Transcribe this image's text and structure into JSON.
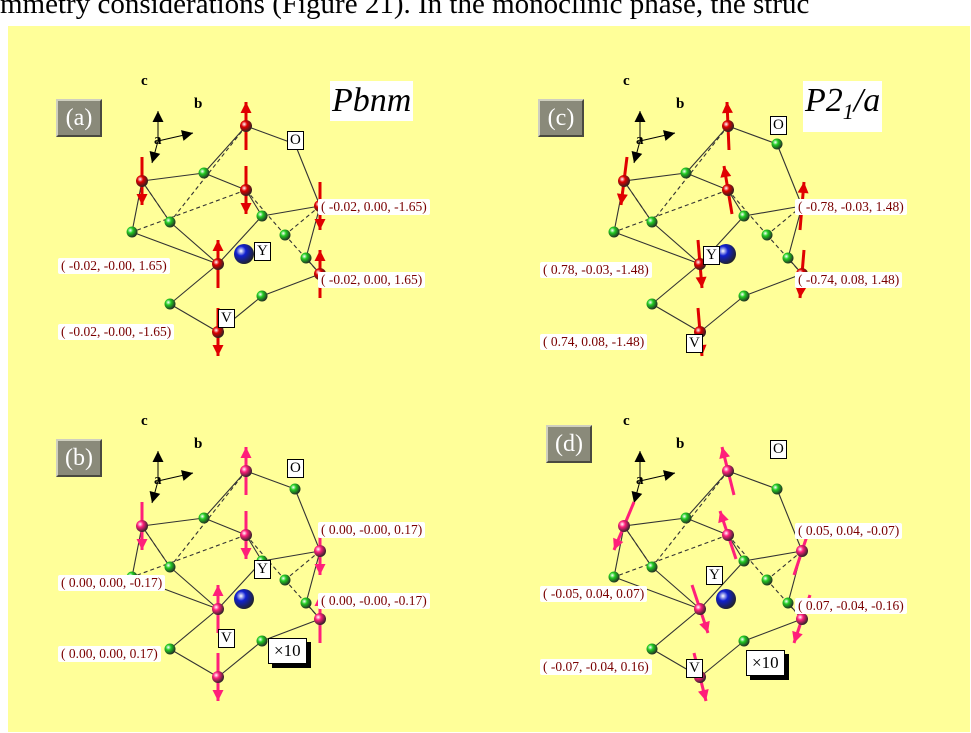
{
  "caption": "mmetry considerations (Figure 21). In the monoclinic phase, the struc",
  "axes": {
    "c": "c",
    "b": "b",
    "a": "a"
  },
  "colors": {
    "background": "#ffff99",
    "oxygen": "#22cc22",
    "vanadium_ab": "#e00000",
    "vanadium_bd": "#ff1f7a",
    "yttrium": "#1020d0"
  },
  "panels": [
    {
      "tag": "(a)",
      "spacegroup": "Pbnm",
      "O": "O",
      "Y": "Y",
      "V": "V",
      "vectors": [
        "( -0.02,  0.00, -1.65)",
        "( -0.02, -0.00,  1.65)",
        "( -0.02,  0.00,  1.65)",
        "( -0.02, -0.00, -1.65)"
      ]
    },
    {
      "tag": "(b)",
      "O": "O",
      "Y": "Y",
      "V": "V",
      "scale": "×10",
      "vectors": [
        "( 0.00, -0.00,  0.17)",
        "( 0.00,  0.00, -0.17)",
        "( 0.00, -0.00, -0.17)",
        "( 0.00,  0.00,  0.17)"
      ]
    },
    {
      "tag": "(c)",
      "spacegroup_main": "P2",
      "spacegroup_sub": "1",
      "spacegroup_tail": "/a",
      "O": "O",
      "Y": "Y",
      "V": "V",
      "vectors": [
        "( -0.78, -0.03,  1.48)",
        "( 0.78, -0.03, -1.48)",
        "( -0.74,  0.08,  1.48)",
        "( 0.74,  0.08, -1.48)"
      ]
    },
    {
      "tag": "(d)",
      "O": "O",
      "Y": "Y",
      "V": "V",
      "scale": "×10",
      "vectors": [
        "( 0.05,  0.04, -0.07)",
        "( -0.05,  0.04,  0.07)",
        "( 0.07, -0.04, -0.16)",
        "( -0.07, -0.04,  0.16)"
      ]
    }
  ]
}
